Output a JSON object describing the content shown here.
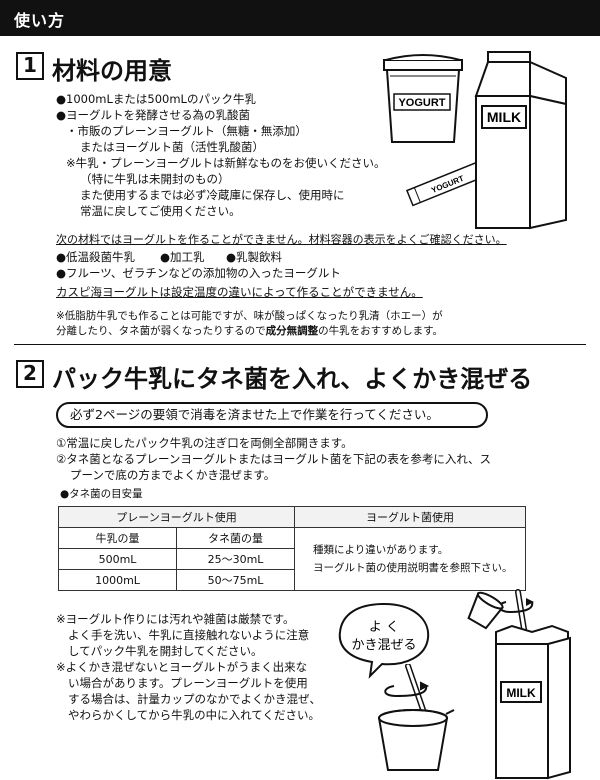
{
  "header": {
    "title": "使い方"
  },
  "section1": {
    "number": "1",
    "title": "材料の用意",
    "items": [
      "●1000mLまたは500mLのパック牛乳",
      "●ヨーグルトを発酵させる為の乳酸菌",
      "・市販のプレーンヨーグルト（無糖・無添加）",
      "またはヨーグルト菌（活性乳酸菌）",
      "※牛乳・プレーンヨーグルトは新鮮なものをお使いください。",
      "（特に牛乳は未開封のもの）",
      "また使用するまでは必ず冷蔵庫に保存し、使用時に",
      "常温に戻してご使用ください。"
    ],
    "warning_line": "次の材料ではヨーグルトを作ることができません。材料容器の表示をよくご確認ください。",
    "ng_items_row1": [
      "●低温殺菌牛乳",
      "●加工乳",
      "●乳製飲料"
    ],
    "ng_items_row2": "●フルーツ、ゼラチンなどの添加物の入ったヨーグルト",
    "caspian_line": "カスピ海ヨーグルトは設定温度の違いによって作ることができません。",
    "lowfat_note_1": "※低脂肪牛乳でも作ることは可能ですが、味が酸っぱくなったり乳清（ホエー）が",
    "lowfat_note_2a": "分離したり、タネ菌が弱くなったりするので",
    "lowfat_note_2b": "成分無調整",
    "lowfat_note_2c": "の牛乳をおすすめします。",
    "yogurt_label": "YOGURT",
    "milk_label": "MILK",
    "packet_label": "YOGURT"
  },
  "section2": {
    "number": "2",
    "title": "パック牛乳にタネ菌を入れ、よくかき混ぜる",
    "notice": "必ず2ページの要領で消毒を済ませた上で作業を行ってください。",
    "step1": "①常温に戻したパック牛乳の注ぎ口を両側全部開きます。",
    "step2a": "②タネ菌となるプレーンヨーグルトまたはヨーグルト菌を下記の表を参考に入れ、ス",
    "step2b": "プーンで底の方までよくかき混ぜます。",
    "table_caption": "●タネ菌の目安量",
    "table": {
      "plain_header": "プレーンヨーグルト使用",
      "culture_header": "ヨーグルト菌使用",
      "col_milk": "牛乳の量",
      "col_tane": "タネ菌の量",
      "rows": [
        {
          "milk": "500mL",
          "tane": "25～30mL"
        },
        {
          "milk": "1000mL",
          "tane": "50～75mL"
        }
      ],
      "culture_note_1": "種類により違いがあります。",
      "culture_note_2": "ヨーグルト菌の使用説明書を参照下さい。"
    },
    "notes": [
      "※ヨーグルト作りには汚れや雑菌は厳禁です。",
      "よく手を洗い、牛乳に直接触れないように注意",
      "してパック牛乳を開封してください。",
      "※よくかき混ぜないとヨーグルトがうまく出来な",
      "い場合があります。プレーンヨーグルトを使用",
      "する場合は、計量カップのなかでよくかき混ぜ、",
      "やわらかくしてから牛乳の中に入れてください。"
    ],
    "bubble_line1": "よ く",
    "bubble_line2": "かき混ぜる",
    "carton_label": "MILK"
  },
  "colors": {
    "ink": "#111111",
    "paper": "#ffffff",
    "table_header": "#f2f2f2"
  }
}
